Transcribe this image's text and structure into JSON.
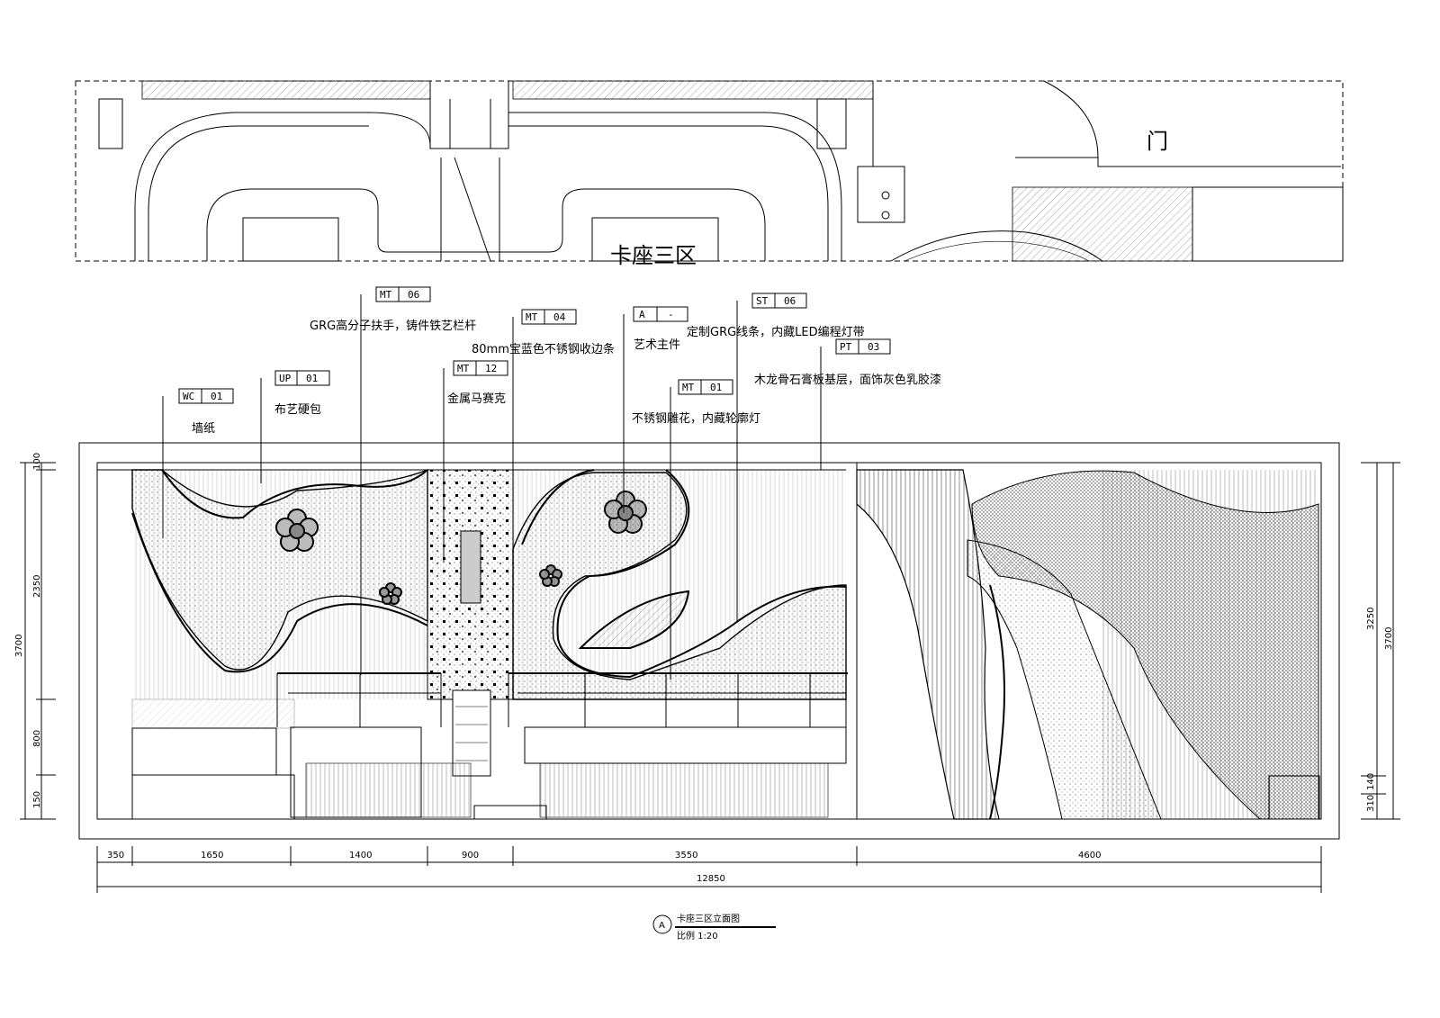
{
  "plan": {
    "room_label_door": "门",
    "room_label_booth": "卡座三区"
  },
  "callouts": [
    {
      "code": "WC",
      "num": "01",
      "note": "墙纸"
    },
    {
      "code": "UP",
      "num": "01",
      "note": "布艺硬包"
    },
    {
      "code": "MT",
      "num": "06",
      "note": "GRG高分子扶手，铸件铁艺栏杆"
    },
    {
      "code": "MT",
      "num": "12",
      "note": "金属马赛克"
    },
    {
      "code": "MT",
      "num": "04",
      "note": "80mm宝蓝色不锈钢收边条"
    },
    {
      "code": "A",
      "num": "-",
      "note": "艺术主件"
    },
    {
      "code": "MT",
      "num": "01",
      "note": "不锈钢雕花，内藏轮廓灯"
    },
    {
      "code": "ST",
      "num": "06",
      "note": "定制GRG线条，内藏LED编程灯带"
    },
    {
      "code": "PT",
      "num": "03",
      "note": "木龙骨石膏板基层，面饰灰色乳胶漆"
    }
  ],
  "dims_bottom": [
    "350",
    "1650",
    "1400",
    "900",
    "3550",
    "4600"
  ],
  "dim_total": "12850",
  "dims_left": [
    "100",
    "2350",
    "800",
    "150"
  ],
  "dim_left_total": "3700",
  "dims_right": [
    "3250",
    "3700",
    "310",
    "140"
  ],
  "title": {
    "marker": "A",
    "name": "卡座三区立面图",
    "scale": "比例 1:20"
  }
}
